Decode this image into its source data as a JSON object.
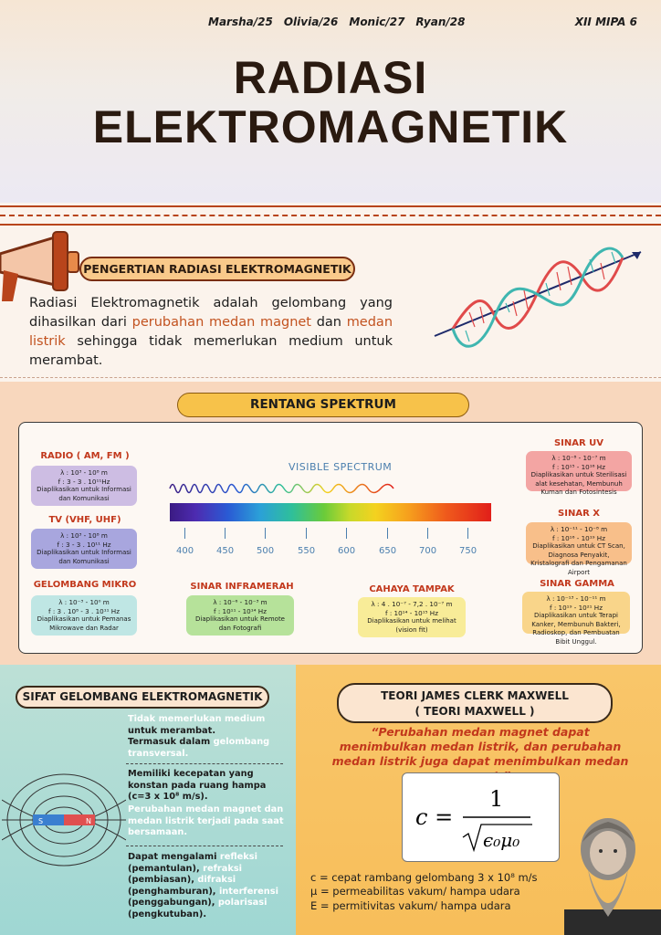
{
  "header": {
    "names": [
      "Marsha/25",
      "Olivia/26",
      "Monic/27",
      "Ryan/28"
    ],
    "class": "XII MIPA 6",
    "title_line1": "RADIASI",
    "title_line2": "ELEKTROMAGNETIK"
  },
  "definition": {
    "heading": "PENGERTIAN RADIASI ELEKTROMAGNETIK",
    "text_a": "Radiasi Elektromagnetik adalah gelombang yang dihasilkan dari ",
    "hl1": "perubahan medan magnet",
    "text_b": " dan ",
    "hl2": "medan listrik",
    "text_c": " sehingga tidak memerlukan medium untuk merambat."
  },
  "spectrum": {
    "heading": "RENTANG SPEKTRUM",
    "visible_label": "VISIBLE SPECTRUM",
    "ticks": [
      "400",
      "450",
      "500",
      "550",
      "600",
      "650",
      "700",
      "750"
    ],
    "radio": {
      "title": "RADIO ( AM, FM )",
      "l1": "λ : 10³ - 10⁸ m",
      "l2": "f : 3 - 3 . 10¹¹Hz",
      "use": "Diaplikasikan untuk Informasi dan Komunikasi",
      "color": "#cdbde3"
    },
    "tv": {
      "title": "TV (VHF, UHF)",
      "l1": "λ : 10³ - 10⁸ m",
      "l2": "f : 3 - 3 . 10¹¹ Hz",
      "use": "Diaplikasikan untuk Informasi dan Komunikasi",
      "color": "#a8a6de"
    },
    "mikro": {
      "title": "GELOMBANG MIKRO",
      "l1": "λ : 10⁻³ - 10⁰ m",
      "l2": "f : 3 . 10⁸ - 3 . 10¹¹ Hz",
      "use": "Diaplikasikan untuk Pemanas Mikrowave dan Radar",
      "color": "#bfe6e4"
    },
    "infra": {
      "title": "SINAR INFRAMERAH",
      "l1": "λ : 10⁻⁶ - 10⁻³ m",
      "l2": "f : 10¹¹ - 10¹⁴ Hz",
      "use": "Diaplikasikan untuk Remote dan Fotografi",
      "color": "#b6e29a"
    },
    "tampak": {
      "title": "CAHAYA TAMPAK",
      "l1": "λ : 4 . 10⁻⁷ - 7,2 . 10⁻⁷ m",
      "l2": "f : 10¹⁴ - 10¹⁵ Hz",
      "use": "Diaplikasikan untuk melihat (vision fit)",
      "color": "#f8ec98"
    },
    "uv": {
      "title": "SINAR UV",
      "l1": "λ : 10⁻⁸ - 10⁻⁷ m",
      "l2": "f : 10¹⁵ - 10¹⁶ Hz",
      "use": "Diaplikasikan untuk Sterilisasi alat kesehatan, Membunuh Kuman dan Fotosintesis",
      "color": "#f3a5a3"
    },
    "x": {
      "title": "SINAR X",
      "l1": "λ : 10⁻¹¹ - 10⁻⁸ m",
      "l2": "f : 10¹⁶ - 10¹⁹ Hz",
      "use": "Diaplikasikan untuk CT Scan, Diagnosa Penyakit, Kristalografi dan Pengamanan Airport",
      "color": "#f8bf8a"
    },
    "gamma": {
      "title": "SINAR GAMMA",
      "l1": "λ : 10⁻¹³ - 10⁻¹¹ m",
      "l2": "f : 10¹⁹ - 10²¹ Hz",
      "use": "Diaplikasikan untuk Terapi Kanker, Membunuh Bakteri, Radioskop, dan Pembuatan Bibit Unggul.",
      "color": "#f9d58a"
    }
  },
  "sifat": {
    "heading": "SIFAT GELOMBANG ELEKTROMAGNETIK",
    "p1_w": "Tidak memerlukan medium",
    "p1_b": "untuk merambat.",
    "p2_b": "Termasuk dalam ",
    "p2_w": "gelombang transversal.",
    "p3": "Memiliki kecepatan yang konstan pada ruang hampa (c=3 x 10⁸ m/s).",
    "p4": "Perubahan medan magnet dan medan listrik terjadi pada saat bersamaan.",
    "p5a": "Dapat mengalami ",
    "p5b": "refleksi",
    "p5c": " (pemantulan), ",
    "p5d": "refraksi",
    "p5e": " (pembiasan), ",
    "p5f": "difraksi",
    "p5g": " (penghamburan), ",
    "p5h": "interferensi",
    "p5i": " (penggabungan), ",
    "p5j": "polarisasi",
    "p5k": " (pengkutuban).",
    "magnet_s": "S",
    "magnet_n": "N"
  },
  "maxwell": {
    "heading1": "TEORI JAMES CLERK MAXWELL",
    "heading2": "( TEORI MAXWELL )",
    "quote": "“Perubahan medan magnet dapat menimbulkan medan listrik, dan perubahan medan listrik juga dapat menimbulkan medan magnet.”",
    "formula_lhs": "c =",
    "formula_num": "1",
    "formula_den": "ϵ₀μ₀",
    "legend1": "c = cepat rambang gelombang 3 x 10⁸ m/s",
    "legend2": "μ = permeabilitas vakum/ hampa udara",
    "legend3": "E = permitivitas vakum/ hampa udara"
  }
}
